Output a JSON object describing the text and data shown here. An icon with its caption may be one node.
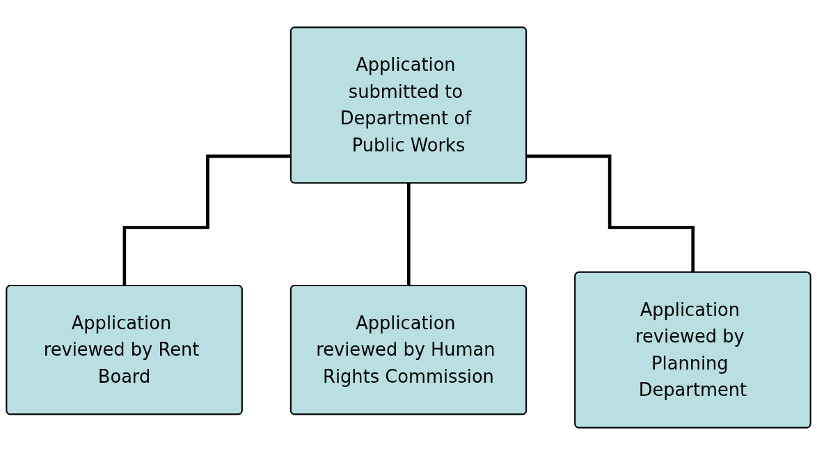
{
  "diagram": {
    "nodes": [
      {
        "text": [
          "Application submitted to Department of Public Works"
        ]
      },
      {
        "text": [
          "Application reviewed by Rent Board"
        ]
      },
      {
        "text": [
          "Application reviewed by Human Rights Commission"
        ]
      },
      {
        "text": [
          "Application reviewed by Planning Department"
        ]
      }
    ],
    "edges": [
      {
        "from": 0,
        "to": 1,
        "arrow": "none"
      },
      {
        "from": 0,
        "to": 2,
        "arrow": "none"
      },
      {
        "from": 0,
        "to": 3,
        "arrow": "none"
      }
    ]
  }
}
